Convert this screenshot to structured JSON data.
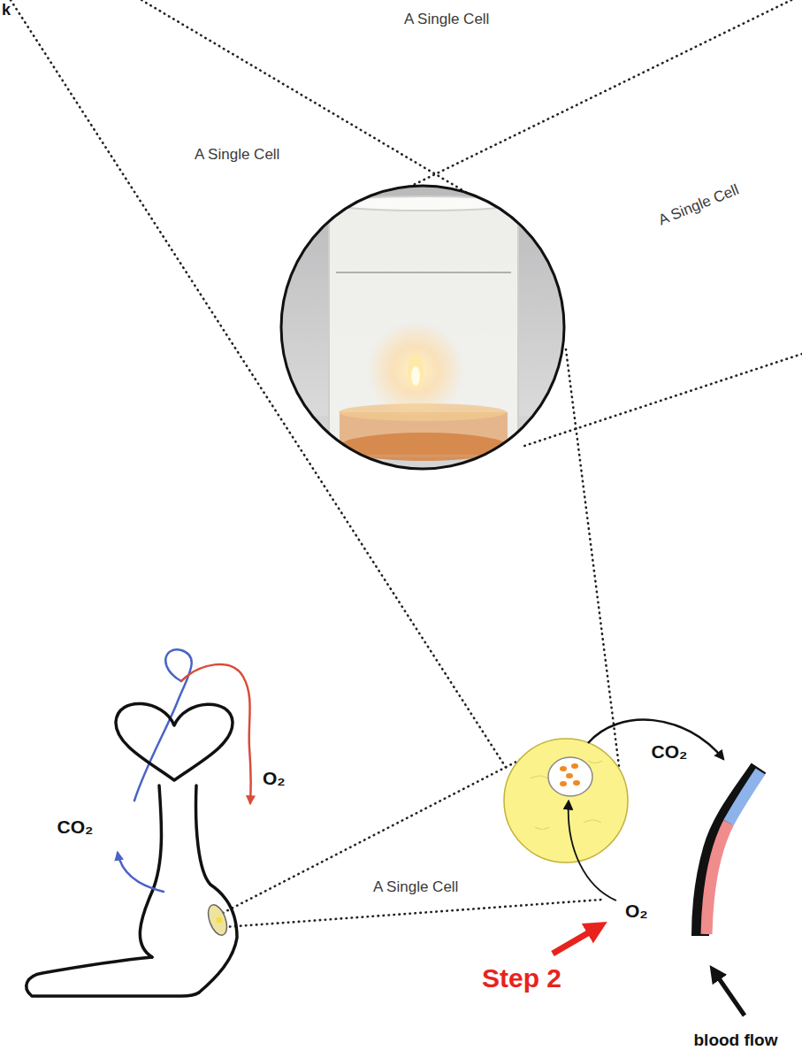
{
  "diagram": {
    "labels": [
      "k",
      "A Single Cell",
      "A Single Cell",
      "A Single Cell",
      "O₂",
      "CO₂",
      "CO₂",
      "A Single Cell",
      "O₂",
      "Step 2",
      "blood flow"
    ]
  }
}
